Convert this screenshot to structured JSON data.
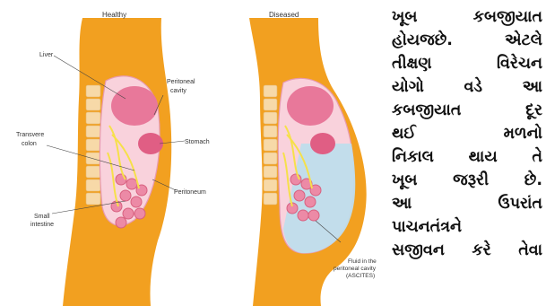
{
  "figure": {
    "panel_left_title": "Healthy",
    "panel_right_title": "Diseased",
    "labels": {
      "liver": "Liver",
      "peritoneal_cavity_1": "Peritoneal",
      "peritoneal_cavity_2": "cavity",
      "transverse_colon_1": "Transvere",
      "transverse_colon_2": "colon",
      "stomach": "Stomach",
      "peritoneum": "Peritoneum",
      "small_intestine_1": "Small",
      "small_intestine_2": "intestine",
      "fluid_1": "Fluid in the",
      "fluid_2": "peritoneal cavity",
      "fluid_3": "(ASCITES)"
    },
    "colors": {
      "body": "#F2A020",
      "organ_pink": "#E8789A",
      "organ_light": "#F7C6D4",
      "fluid": "#BFDDEB",
      "nerve_yellow": "#F6E04A",
      "spine": "#F7D9A8"
    }
  },
  "article": {
    "lines": [
      [
        "ખૂબ",
        "કબજીયાત"
      ],
      [
        "હોયજછે.",
        "એટલે"
      ],
      [
        "તીક્ષણ",
        "વિરેચન"
      ],
      [
        "યોગો",
        "વડે",
        "આ"
      ],
      [
        "કબજીયાત",
        "દૂર"
      ],
      [
        "થઈ",
        "મળનો"
      ],
      [
        "નિકાલ",
        "થાય",
        "તે"
      ],
      [
        "ખૂબ",
        "જરૂરી",
        "છે."
      ],
      [
        "આ",
        "ઉપરાંત"
      ],
      [
        "પાચનતંત્રને"
      ],
      [
        "સજીવન",
        "કરે",
        "તેવા"
      ]
    ]
  }
}
